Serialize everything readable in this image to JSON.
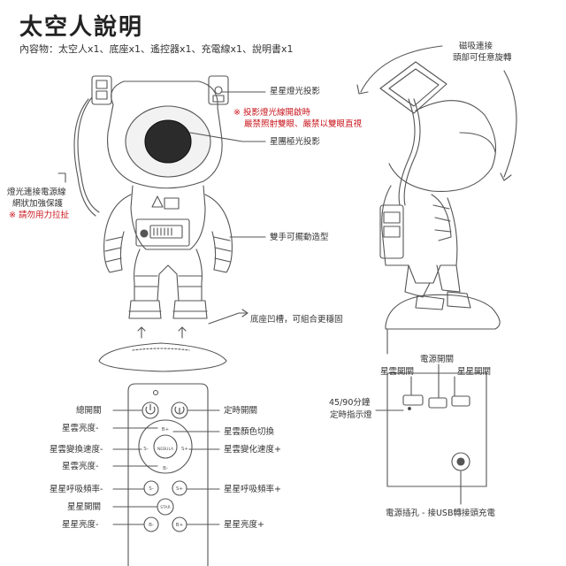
{
  "header": {
    "title": "太空人說明",
    "contents": "內容物：太空人x1、底座x1、遙控器x1、充電線x1、說明書x1"
  },
  "front_view": {
    "star_light": "星星燈光投影",
    "warning_1": "※ 投影燈光線開啟時",
    "warning_2": "嚴禁照射雙眼、嚴禁以雙眼直視",
    "nebula": "星團極光投影",
    "cable_1": "燈光連接電源線",
    "cable_2": "網狀加強保護",
    "cable_3": "※ 請勿用力拉扯",
    "arms": "雙手可擺動造型",
    "base": "底座凹槽，可組合更穩固"
  },
  "side_view": {
    "magnet_1": "磁吸連接",
    "magnet_2": "頭部可任意旋轉"
  },
  "back_panel": {
    "power_switch": "電源開關",
    "nebula_switch": "星雲開關",
    "star_switch": "星星開關",
    "timer_1": "45/90分鐘",
    "timer_2": "定時指示燈",
    "port": "電源插孔 - 接USB轉接頭充電"
  },
  "remote": {
    "left": [
      "總開關",
      "星雲亮度-",
      "星雲變換速度-",
      "星雲亮度-",
      "星星呼吸頻率-",
      "星星開關",
      "星星亮度-"
    ],
    "right": [
      "定時開關",
      "星雲顏色切換",
      "星雲變化速度+",
      "星星呼吸頻率+",
      "星星亮度+"
    ],
    "buttons": {
      "b_plus": "B+",
      "s_minus": "S-",
      "nebula": "NEBULA",
      "s_plus": "S+",
      "b_minus": "B-",
      "star_s_minus": "S-",
      "star_s_plus": "S+",
      "star": "STAR",
      "star_b_minus": "B-",
      "star_b_plus": "B+"
    }
  }
}
